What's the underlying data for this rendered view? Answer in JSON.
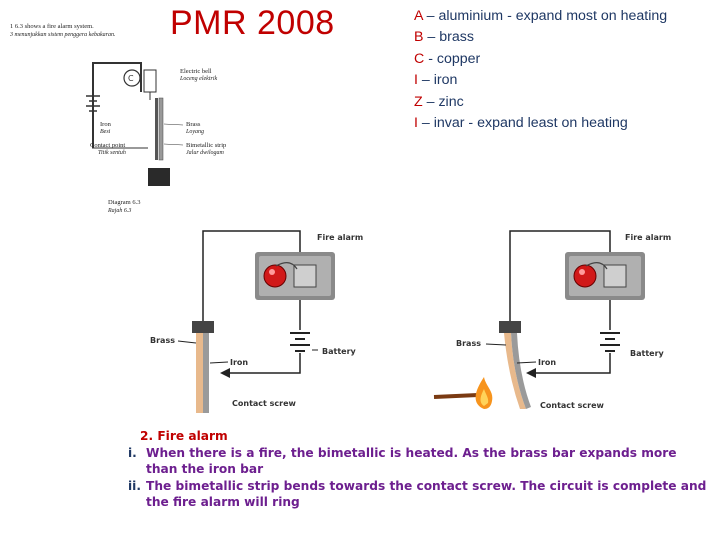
{
  "title": "PMR 2008",
  "legend": [
    {
      "key": "A",
      "sep": " – ",
      "text": "aluminium  - expand most on heating"
    },
    {
      "key": "B",
      "sep": " – ",
      "text": "brass"
    },
    {
      "key": "C",
      "sep": " - ",
      "text": "copper"
    },
    {
      "key": "I",
      "sep": " – ",
      "text": "iron"
    },
    {
      "key": "Z",
      "sep": " – ",
      "text": "zinc"
    },
    {
      "key": "I",
      "sep": " – ",
      "text": "invar  - expand least on heating"
    }
  ],
  "exam_figure": {
    "intro_1": "1 6.3 shows a fire alarm system.",
    "intro_2": "3 menunjukkan sistem penggera kebakaran.",
    "electric_bell": "Electric bell",
    "electric_bell_ms": "Loceng elektrik",
    "iron": "Iron",
    "iron_ms": "Besi",
    "brass": "Brass",
    "brass_ms": "Loyang",
    "contact_point": "Contact point",
    "contact_point_ms": "Titik sentuh",
    "bimetallic_strip": "Bimetallic strip",
    "bimetallic_strip_ms": "Jalur dwilogam",
    "caption": "Diagram 6.3",
    "caption_ms": "Rajah 6.3"
  },
  "diagram_labels": {
    "fire_alarm": "Fire alarm",
    "brass": "Brass",
    "iron": "Iron",
    "battery": "Battery",
    "contact_screw": "Contact screw"
  },
  "answer": {
    "heading": "2. Fire alarm",
    "items": [
      {
        "num": "i.",
        "text": "When there is a fire, the bimetallic is heated. As the brass bar expands more than the iron bar"
      },
      {
        "num": "ii.",
        "text": "The bimetallic strip bends towards the contact screw. The circuit is complete and the fire alarm will ring"
      }
    ]
  },
  "colors": {
    "title": "#c00000",
    "legend_key": "#c00000",
    "legend_text": "#1f3864",
    "answer_heading": "#c00000",
    "answer_text": "#6d1f8f"
  }
}
